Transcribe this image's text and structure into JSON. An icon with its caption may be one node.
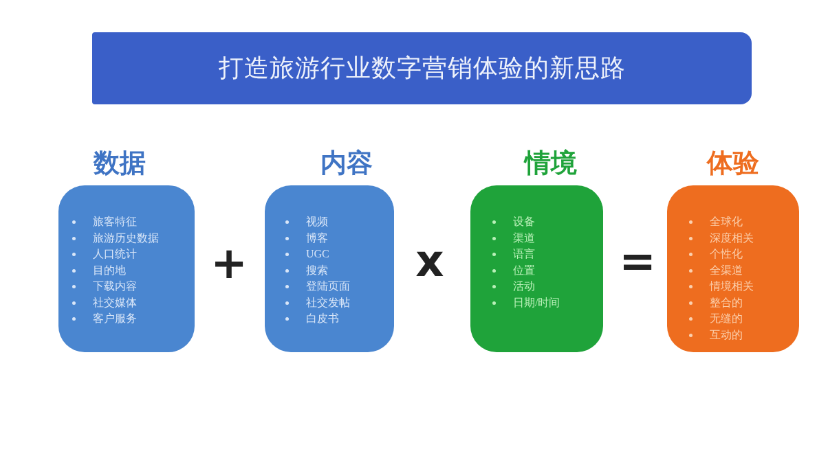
{
  "diagram": {
    "title": "打造旅游行业数字营销体验的新思路",
    "nodes": [
      {
        "text": [
          "数据",
          "旅客特征",
          "旅游历史数据",
          "人口统计",
          "目的地",
          "下载内容",
          "社交媒体",
          "客户服务"
        ]
      },
      {
        "text": [
          "内容",
          "视频",
          "博客",
          "UGC",
          "搜索",
          "登陆页面",
          "社交发帖",
          "白皮书"
        ]
      },
      {
        "text": [
          "情境",
          "设备",
          "渠道",
          "语言",
          "位置",
          "活动",
          "日期/时间"
        ]
      },
      {
        "text": [
          "体验",
          "全球化",
          "深度相关",
          "个性化",
          "全渠道",
          "情境相关",
          "整合的",
          "无缝的",
          "互动的"
        ]
      }
    ],
    "edges": [],
    "labels": [
      "+",
      "x",
      "="
    ]
  }
}
